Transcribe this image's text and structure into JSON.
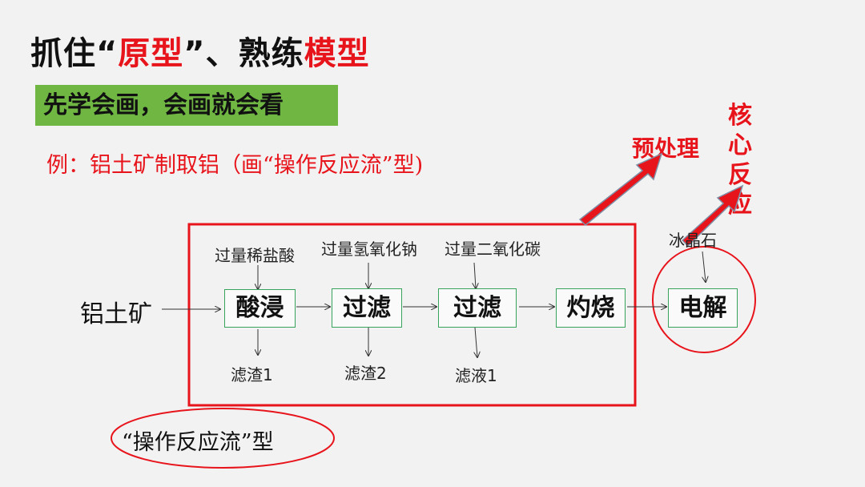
{
  "title": {
    "prefix": "抓住“",
    "red1": "原型",
    "mid": "”、熟练",
    "red2": "模型"
  },
  "subtitle": "先学会画，会画就会看",
  "example": "例：铝土矿制取铝（画“操作反应流”型)",
  "labels": {
    "pretreatment": "预处理",
    "core_reaction": [
      "核",
      "心",
      "反",
      "应"
    ]
  },
  "flow": {
    "raw_material": "铝土矿",
    "steps": [
      "酸浸",
      "过滤",
      "过滤",
      "灼烧",
      "电解"
    ],
    "reagents": [
      "过量稀盐酸",
      "过量氢氧化钠",
      "过量二氧化碳",
      "冰晶石"
    ],
    "outputs": [
      "滤渣1",
      "滤渣2",
      "滤液1"
    ]
  },
  "flow_type_label": "“操作反应流”型",
  "colors": {
    "accent_red": "#e8141b",
    "highlight_green": "#6fb643",
    "box_border_green": "#38a35a"
  }
}
